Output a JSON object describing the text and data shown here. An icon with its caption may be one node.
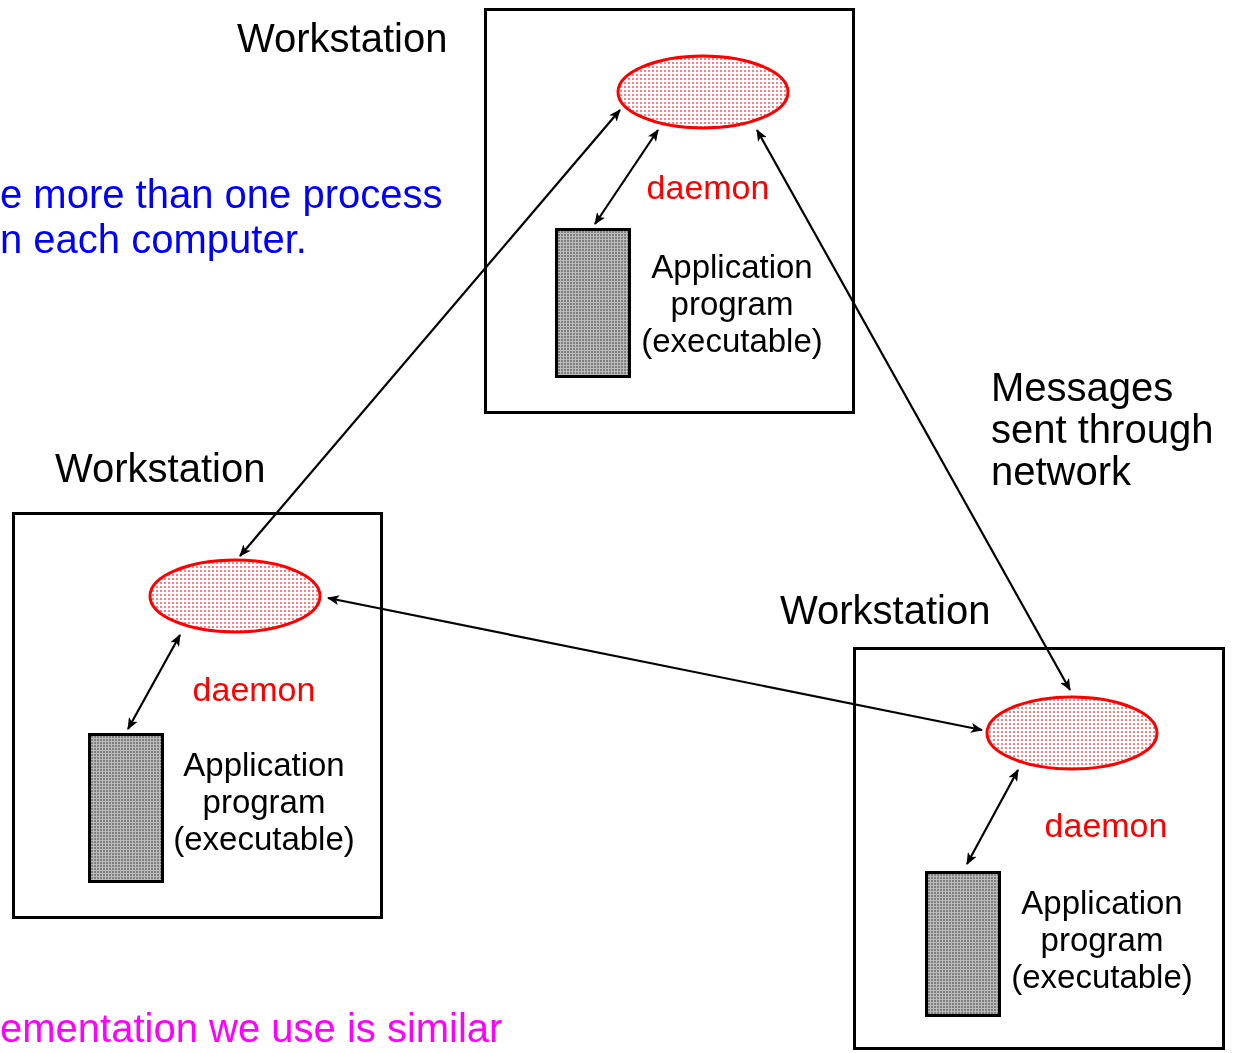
{
  "diagram": {
    "nodes": [
      {
        "text": [
          "Workstation"
        ]
      },
      {
        "text": [
          "daemon"
        ],
        "in": 0
      },
      {
        "text": [
          "Application program (executable)"
        ],
        "in": 0
      },
      {
        "text": [
          "Workstation"
        ]
      },
      {
        "text": [
          "daemon"
        ],
        "in": 3
      },
      {
        "text": [
          "Application program (executable)"
        ],
        "in": 3
      },
      {
        "text": [
          "Workstation"
        ]
      },
      {
        "text": [
          "daemon"
        ],
        "in": 6
      },
      {
        "text": [
          "Application program (executable)"
        ],
        "in": 6
      }
    ],
    "edges": [
      {
        "from": 1,
        "to": 2,
        "arrow": "both"
      },
      {
        "from": 1,
        "to": 4,
        "arrow": "both"
      },
      {
        "from": 1,
        "to": 7,
        "arrow": "both"
      },
      {
        "from": 4,
        "to": 5,
        "arrow": "both"
      },
      {
        "from": 4,
        "to": 7,
        "arrow": "both"
      },
      {
        "from": 7,
        "to": 8,
        "arrow": "both"
      }
    ],
    "labels": [
      "Messages sent through network",
      "e more than one process n each computer.",
      "ementation we use is similar"
    ]
  }
}
